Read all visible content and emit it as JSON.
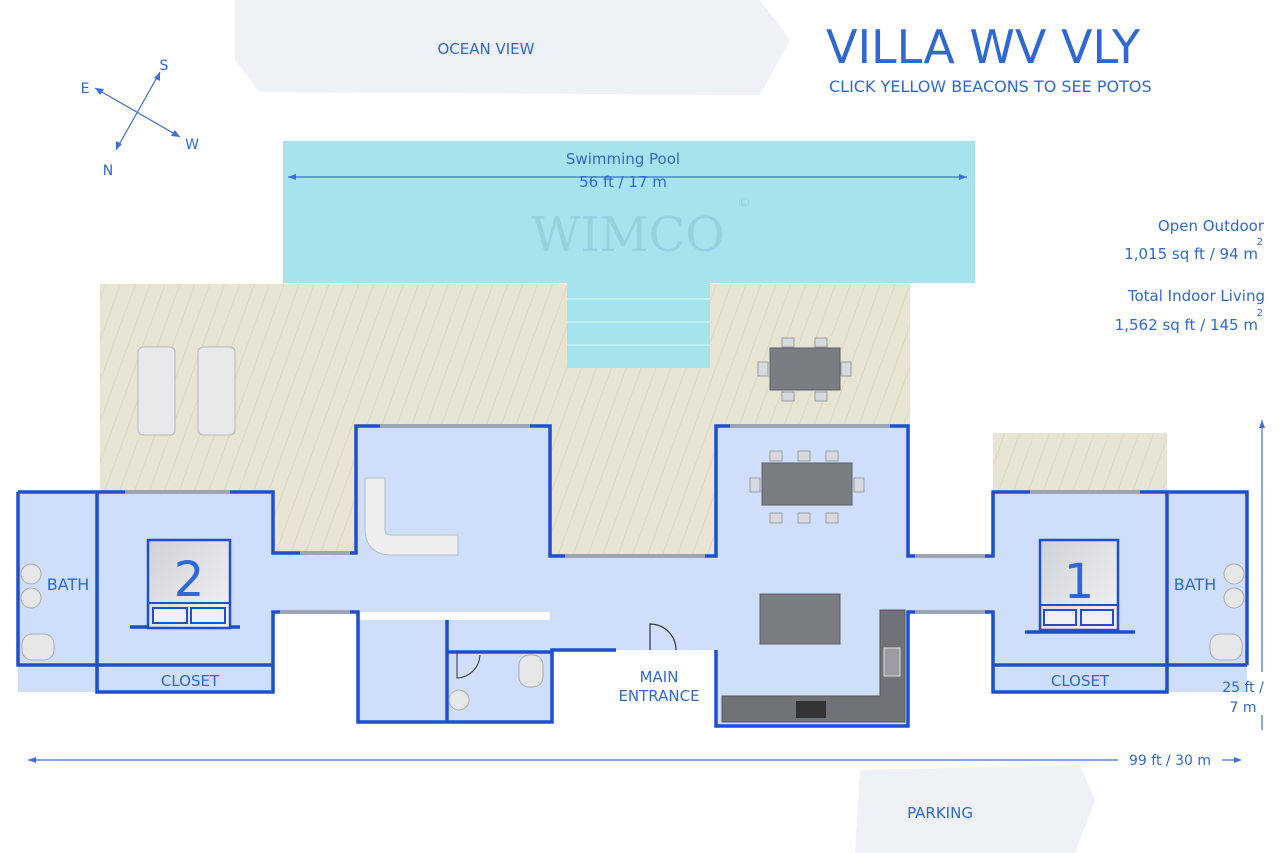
{
  "header": {
    "title": "VILLA WV VLY",
    "subtitle": "CLICK YELLOW BEACONS TO SEE POTOS"
  },
  "orientation": {
    "labels": {
      "east": "E",
      "south": "S",
      "west": "W",
      "north": "N"
    }
  },
  "surroundings": {
    "top": "OCEAN VIEW",
    "bottom": "PARKING"
  },
  "areas": [
    {
      "label": "Open Outdoor",
      "value": "1,015 sq ft / 94 m",
      "sup": "2"
    },
    {
      "label": "Total Indoor Living",
      "value": "1,562 sq ft / 145 m",
      "sup": "2"
    }
  ],
  "pool": {
    "name": "Swimming Pool",
    "size": "56 ft / 17 m",
    "watermark": "WIMCO",
    "watermark_mark": "©"
  },
  "rooms": {
    "bedroom_2": "2",
    "bedroom_1": "1",
    "bath_left": "BATH",
    "bath_right": "BATH",
    "closet_left": "CLOSET",
    "closet_right": "CLOSET",
    "entrance_line1": "MAIN",
    "entrance_line2": "ENTRANCE"
  },
  "dimensions": {
    "width": "99 ft / 30 m",
    "depth_line1": "25 ft /",
    "depth_line2": "7 m"
  },
  "colors": {
    "accent": "#2f68d6",
    "wall": "#1d4fd0",
    "room": "#cfdffb",
    "pool": "#a6e3ec",
    "deck": "#e7e4d3"
  }
}
